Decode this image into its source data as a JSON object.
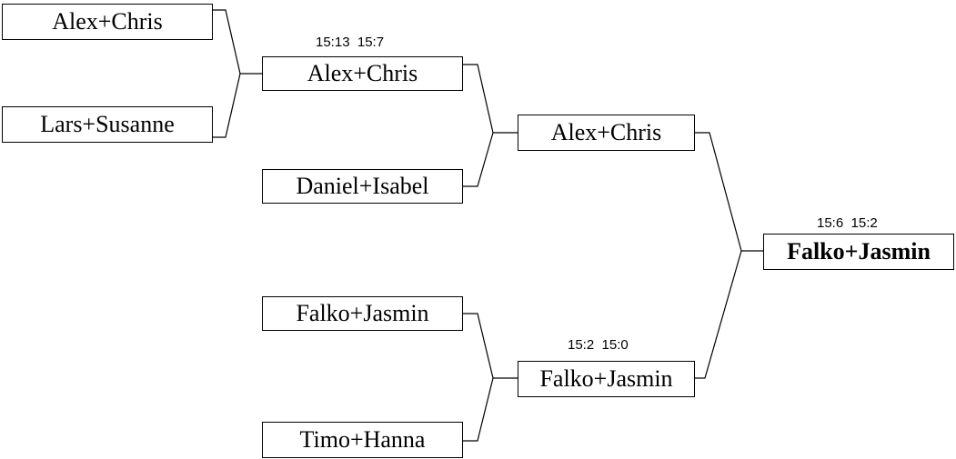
{
  "round1": [
    {
      "name": "Alex+Chris"
    },
    {
      "name": "Lars+Susanne"
    }
  ],
  "round2": [
    {
      "name": "Alex+Chris",
      "score": "15:13  15:7"
    },
    {
      "name": "Daniel+Isabel"
    },
    {
      "name": "Falko+Jasmin"
    },
    {
      "name": "Timo+Hanna"
    }
  ],
  "round3": [
    {
      "name": "Alex+Chris"
    },
    {
      "name": "Falko+Jasmin",
      "score": "15:2  15:0"
    }
  ],
  "final": {
    "name": "Falko+Jasmin",
    "score": "15:6  15:2"
  }
}
